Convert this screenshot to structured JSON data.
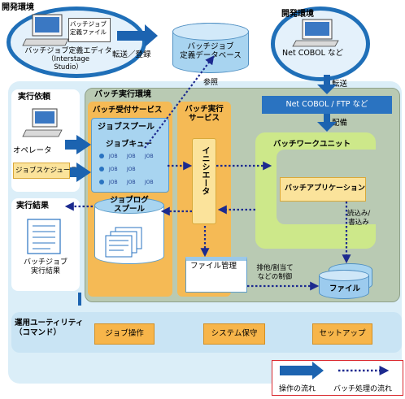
{
  "dev_env_left": {
    "label": "開発環境",
    "doc_label": "バッチジョブ\n定義ファイル",
    "editor_label": "バッチジョブ定義エディタ",
    "editor_sub1": "（Interstage",
    "editor_sub2": "Studio）"
  },
  "transfer_register": "転送／登録",
  "job_def_db": "バッチジョブ\n定義データベース",
  "dev_env_right": {
    "label": "開発環境",
    "product": "Net COBOL など"
  },
  "transfer": "転送",
  "reference": "参照",
  "batch_env": {
    "title": "バッチ実行環境",
    "reception_service": "バッチ受付サービス",
    "job_spool": "ジョブスプール",
    "job_queue": "ジョブキュー",
    "job_token": "JOB",
    "job_log_spool": "ジョブログ\nスプール",
    "exec_service": "バッチ実行\nサービス",
    "initiator": "イニシエータ",
    "file_manager": "ファイル管理",
    "netcobol_ftp": "Net COBOL / FTP など",
    "deploy": "配備",
    "work_unit": "バッチワークユニット",
    "batch_app": "バッチアプリケーション",
    "read_write": "読込み/\n書込み",
    "exclusive_ctrl": "排他/割当て\nなどの制御",
    "file": "ファイル"
  },
  "exec_request": {
    "title": "実行依頼",
    "operator": "オペレータ",
    "scheduler": "ジョブスケジューラ"
  },
  "exec_result": {
    "title": "実行結果",
    "doc_label": "バッチジョブ\n実行結果"
  },
  "utility": {
    "title": "運用ユーティリティ\n（コマンド）",
    "buttons": [
      "ジョブ操作",
      "システム保守",
      "セットアップ"
    ]
  },
  "legend": {
    "operation_flow": "操作の流れ",
    "batch_flow": "バッチ処理の流れ"
  },
  "colors": {
    "light_blue_bg": "#dbeef8",
    "oval_blue": "#1f6fb8",
    "panel_green": "#b9cab3",
    "orange_panel": "#f5ba55",
    "yellow_panel": "#fbe39b",
    "green_unit": "#cde88a",
    "arrow_blue": "#1c63b0",
    "dotted_navy": "#1c2a8f",
    "orange_btn": "#f7b54a"
  }
}
